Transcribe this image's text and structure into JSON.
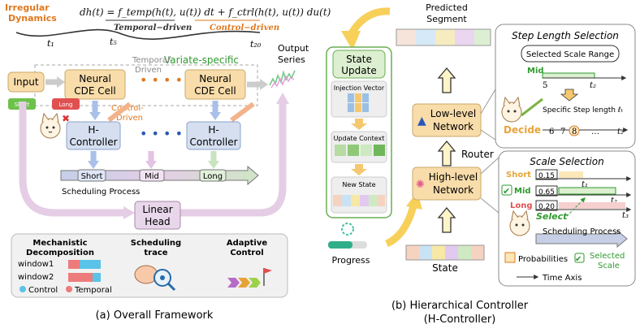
{
  "left": {
    "irregular_dynamics": [
      "Irregular",
      "Dynamics"
    ],
    "equation": "dh(t) = f_temp(h(t), u(t)) dt + f_ctrl(h(t), u(t)) du(t)",
    "eq_temporal": "Temporal−driven",
    "eq_control": "Control−driven",
    "t1": "t₁",
    "t5": "t₅",
    "t20": "t₂₀",
    "output_series": [
      "Output",
      "Series"
    ],
    "variate_specific": "Variate-specific",
    "temporal_driven": [
      "Temporal-",
      "Driven"
    ],
    "control_driven": [
      "Control-",
      "Driven"
    ],
    "input": "Input",
    "cde_cell": [
      "Neural",
      "CDE Cell"
    ],
    "h_controller": [
      "H-",
      "Controller"
    ],
    "short": "Short",
    "mid": "Mid",
    "long": "Long",
    "scheduling_process": "Scheduling Process",
    "linear_head": [
      "Linear",
      "Head"
    ],
    "mechanistic": [
      "Mechanistic",
      "Decomposition"
    ],
    "window1": "window1",
    "window2": "window2",
    "legend_control": "Control",
    "legend_temporal": "Temporal",
    "scheduling_trace": [
      "Scheduling",
      "trace"
    ],
    "adaptive_control": [
      "Adaptive",
      "Control"
    ],
    "badge_short": "Short",
    "badge_long": "Long",
    "caption": "(a) Overall Framework"
  },
  "right": {
    "state_update": [
      "State",
      "Update"
    ],
    "injection_vector": "Injection Vector",
    "update_context": "Update Context",
    "new_state": "New State",
    "progress": "Progress",
    "predicted_segment": [
      "Predicted",
      "Segment"
    ],
    "low_level": [
      "Low-level",
      "Network"
    ],
    "high_level": [
      "High-level",
      "Network"
    ],
    "router": "Router",
    "state": "State",
    "step_length_title": "Step Length Selection",
    "selected_scale_range": "Selected Scale Range",
    "mid": "Mid",
    "n5": "5",
    "t2": "t₂",
    "specific_step": "Specific Step length ℓₜ",
    "decide": "Decide",
    "ticks": [
      "6",
      "7",
      "8",
      "…"
    ],
    "scale_title": "Scale Selection",
    "short": "Short",
    "short_val": "0.15",
    "t1": "t₁",
    "mid_val": "0.65",
    "long": "Long",
    "long_val": "0.20",
    "t3": "t₃",
    "select": "Select",
    "scheduling_process": "Scheduling Process",
    "probabilities": "Probabilities",
    "selected_scale": [
      "Selected",
      "Scale"
    ],
    "time_axis": "Time Axis",
    "caption": [
      "(b) Hierarchical Controller",
      "(H-Controller)"
    ]
  },
  "colors": {
    "cell_fill": "#f8dcaa",
    "controller_fill": "#d5dff0",
    "green": "#2e9a2e",
    "orange": "#e0781e",
    "state_green": "#dcefd0"
  }
}
